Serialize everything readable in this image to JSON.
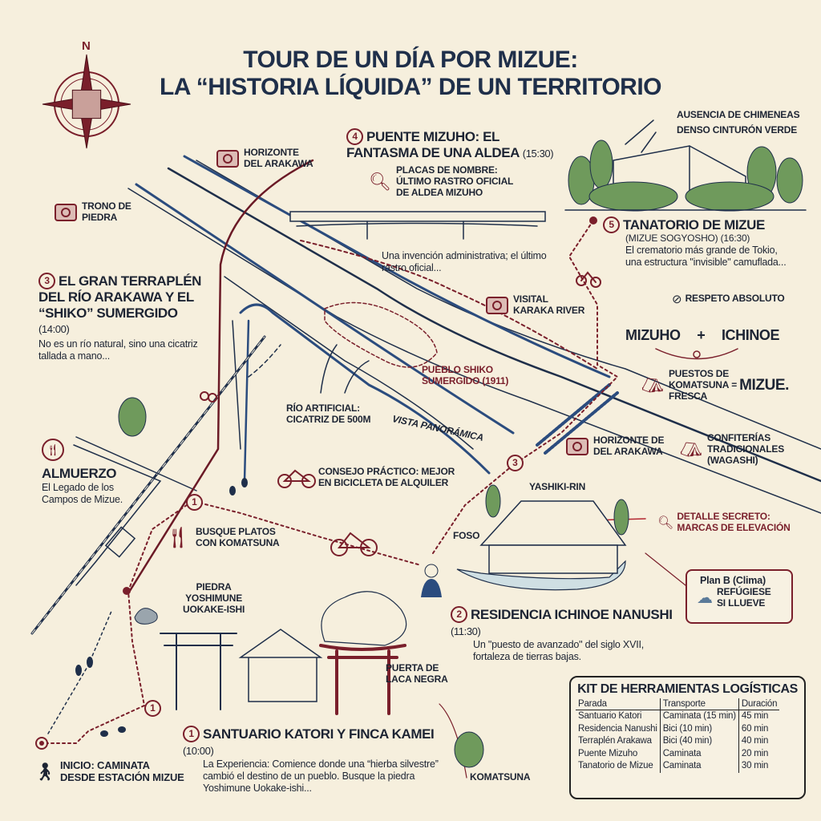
{
  "title": {
    "line1": "TOUR DE UN DÍA POR MIZUE:",
    "line2": "LA “HISTORIA LÍQUIDA” DE UN TERRITORIO"
  },
  "compass": {
    "label": "N"
  },
  "colors": {
    "navy": "#1f2f4a",
    "accent_red": "#7a1f2b",
    "paper": "#f6efdd",
    "green": "#6f9a5c"
  },
  "photo_spots": {
    "horizonte_top": "HORIZONTE\nDEL ARAKAWA",
    "trono": "TRONO DE\nPIEDRA",
    "visital": "VISITAL\nKARAKA RIVER",
    "horizonte_bridge": "HORIZONTE DE\nDEL ARAKAWA"
  },
  "stops": [
    {
      "number": "1",
      "title": "SANTUARIO KATORI Y FINCA KAMEI",
      "time": "(10:00)",
      "body": "La Experiencia: Comience donde una “hierba silvestre” cambió el destino de un pueblo. Busque la piedra Yoshimune Uokake-ishi..."
    },
    {
      "number": "2",
      "title": "RESIDENCIA ICHINOE NANUSHI",
      "time": "(11:30)",
      "body": "Un \"puesto de avanzado\" del siglo XVII, fortaleza de tierras bajas."
    },
    {
      "number": "3",
      "title": "EL GRAN TERRAPLÉN DEL RÍO ARAKAWA Y EL “SHIKO” SUMERGIDO",
      "time": "(14:00)",
      "body": "No es un río natural, sino una cicatriz tallada a mano..."
    },
    {
      "number": "4",
      "title": "PUENTE MIZUHO: EL FANTASMA DE UNA ALDEA",
      "time": "(15:30)",
      "body": "Una invención administrativa; el último rastro oficial..."
    },
    {
      "number": "5",
      "title": "TANATORIO DE MIZUE",
      "subtitle": "(MIZUE SOGYOSHO) (16:30)",
      "body": "El crematorio más grande de Tokio, una estructura \"invisible\" camuflada..."
    }
  ],
  "route_markers": [
    "1",
    "1",
    "3"
  ],
  "labels": {
    "placas": "PLACAS DE NOMBRE:\nÚLTIMO RASTRO OFICIAL\nDE ALDEA MIZUHO",
    "ausencia": "AUSENCIA DE CHIMENEAS",
    "denso": "DENSO CINTURÓN VERDE",
    "respeto": "RESPETO ABSOLUTO",
    "mizuho": "MIZUHO",
    "plus": "+",
    "ichinoe": "ICHINOE",
    "puestos": "PUESTOS DE\nKOMATSUNA\nFRESCA",
    "equals": "=",
    "mizue": "MIZUE.",
    "pueblo": "PUEBLO SHIKO\nSUMERGIDO (1911)",
    "rio_artificial": "RÍO ARTIFICIAL:\nCICATRIZ DE 500M",
    "vista": "VISTA PANORÁMICA",
    "confiterias": "CONFITERÍAS\nTRADICIONALES\n(WAGASHI)",
    "almuerzo_title": "ALMUERZO",
    "almuerzo_body": "El Legado de los\nCampos de Mizue.",
    "consejo": "CONSEJO PRÁCTICO: MEJOR\nEN BICICLETA DE ALQUILER",
    "yashiki": "YASHIKI-RIN",
    "foso": "FOSO",
    "detalle": "DETALLE SECRETO:\nMARCAS DE ELEVACIÓN",
    "busque": "BUSQUE PLATOS\nCON KOMATSUNA",
    "piedra": "PIEDRA\nYOSHIMUNE\nUOKAKE-ISHI",
    "puerta": "PUERTA DE\nLACA NEGRA",
    "komatsuna": "KOMATSUNA",
    "inicio": "INICIO: CAMINATA\nDESDE ESTACIÓN MIZUE"
  },
  "plan_b": {
    "title": "Plan B (Clima)",
    "text": "REFÚGIESE\nSI LLUEVE"
  },
  "kit": {
    "title": "KIT DE HERRAMIENTAS LOGÍSTICAS",
    "headers": [
      "Parada",
      "Transporte",
      "Duración"
    ],
    "rows": [
      [
        "Santuario Katori",
        "Caminata (15 min)",
        "45 min"
      ],
      [
        "Residencia Nanushi",
        "Bici (10 min)",
        "60 min"
      ],
      [
        "Terraplén Arakawa",
        "Bici (40 min)",
        "40 min"
      ],
      [
        "Puente Mizuho",
        "Caminata",
        "20 min"
      ],
      [
        "Tanatorio de Mizue",
        "Caminata",
        "30 min"
      ]
    ]
  }
}
